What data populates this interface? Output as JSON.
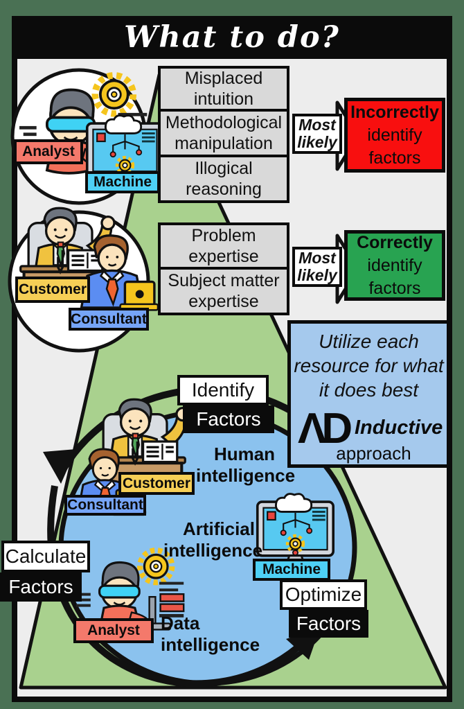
{
  "page": {
    "title": "What to do?"
  },
  "actors": {
    "analyst": "Analyst",
    "machine": "Machine",
    "customer": "Customer",
    "consultant": "Consultant"
  },
  "row1": {
    "box1": "Misplaced intuition",
    "box2": "Methodological manipulation",
    "box3": "Illogical reasoning",
    "arrow_l1": "Most",
    "arrow_l2": "likely",
    "result_l1": "Incorrectly",
    "result_l2": "identify",
    "result_l3": "factors"
  },
  "row2": {
    "box1": "Problem expertise",
    "box2": "Subject matter expertise",
    "arrow_l1": "Most",
    "arrow_l2": "likely",
    "result_l1": "Correctly",
    "result_l2": "identify",
    "result_l3": "factors"
  },
  "utilize": {
    "l1": "Utilize each",
    "l2": "resource for what",
    "l3": "it does best",
    "logo": "ΛD",
    "brand": "Inductive",
    "brand_sub": "approach"
  },
  "cycle": {
    "identify": "Identify",
    "calculate": "Calculate",
    "optimize": "Optimize",
    "factors": "Factors"
  },
  "intelligence": {
    "human_l1": "Human",
    "human_l2": "intelligence",
    "artificial_l1": "Artificial",
    "artificial_l2": "intelligence",
    "data_l1": "Data",
    "data_l2": "intelligence"
  },
  "colors": {
    "page_border": "#4a7154",
    "canvas": "#ededed",
    "triangle_green": "#a9d18e",
    "circle_blue": "#8bc2ee",
    "panel_blue": "#a5c9ed",
    "result_red": "#f80f0f",
    "result_green": "#28a351",
    "chip_analyst": "#f4796b",
    "chip_machine": "#4ed0f5",
    "chip_customer": "#f6cf56",
    "chip_consultant": "#76a5f7",
    "box_gray": "#d9d9d9"
  }
}
